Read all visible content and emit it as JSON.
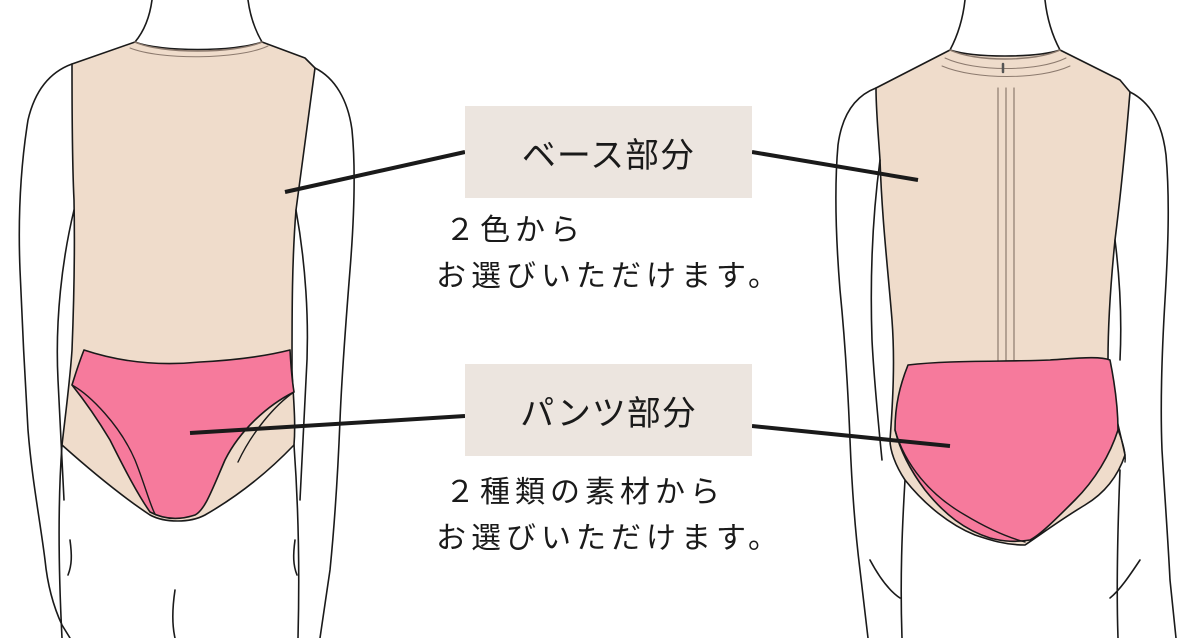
{
  "labels": {
    "base": "ベース部分",
    "pants": "パンツ部分"
  },
  "descriptions": {
    "base_line1": "２色から",
    "base_line2": "お選びいただけます。",
    "pants_line1": "２種類の素材から",
    "pants_line2": "お選びいただけます。"
  },
  "colors": {
    "base_fabric": "#efdccb",
    "pants_fabric": "#f67a9c",
    "label_background": "#ece5df",
    "outline": "#1a1a1a"
  }
}
